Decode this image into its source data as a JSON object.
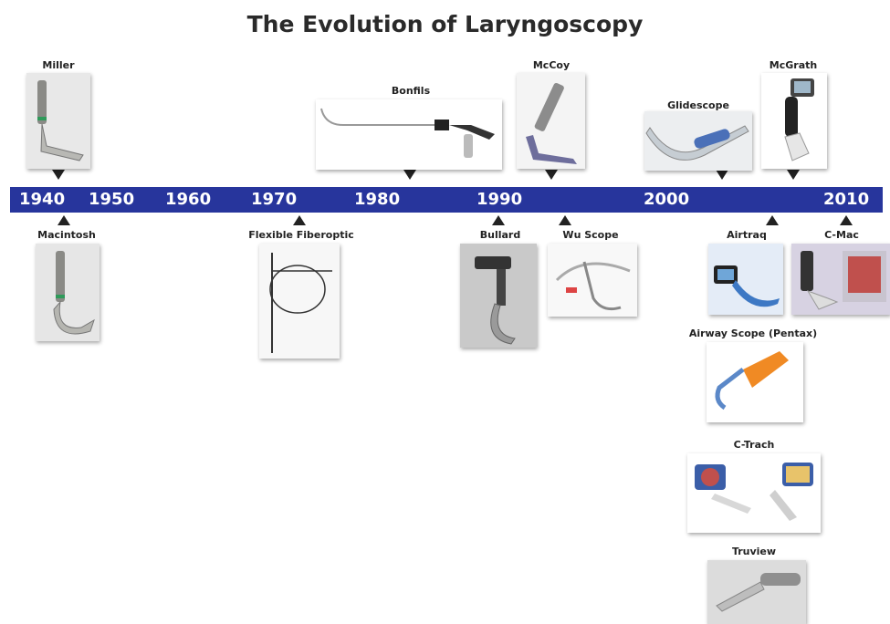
{
  "title": "The Evolution of Laryngoscopy",
  "timeline": {
    "years": [
      "1940",
      "1950",
      "1960",
      "1970",
      "1980",
      "1990",
      "2000",
      "2010"
    ],
    "bar_color": "#27359c"
  },
  "devices_above": {
    "miller": "Miller",
    "bonfils": "Bonfils",
    "mccoy": "McCoy",
    "glidescope": "Glidescope",
    "mcgrath": "McGrath"
  },
  "devices_below": {
    "macintosh": "Macintosh",
    "flexible_fiberoptic": "Flexible Fiberoptic",
    "bullard": "Bullard",
    "wu_scope": "Wu Scope",
    "airtraq": "Airtraq",
    "c_mac": "C-Mac",
    "airway_scope": "Airway Scope (Pentax)",
    "c_trach": "C-Trach",
    "truview": "Truview"
  }
}
